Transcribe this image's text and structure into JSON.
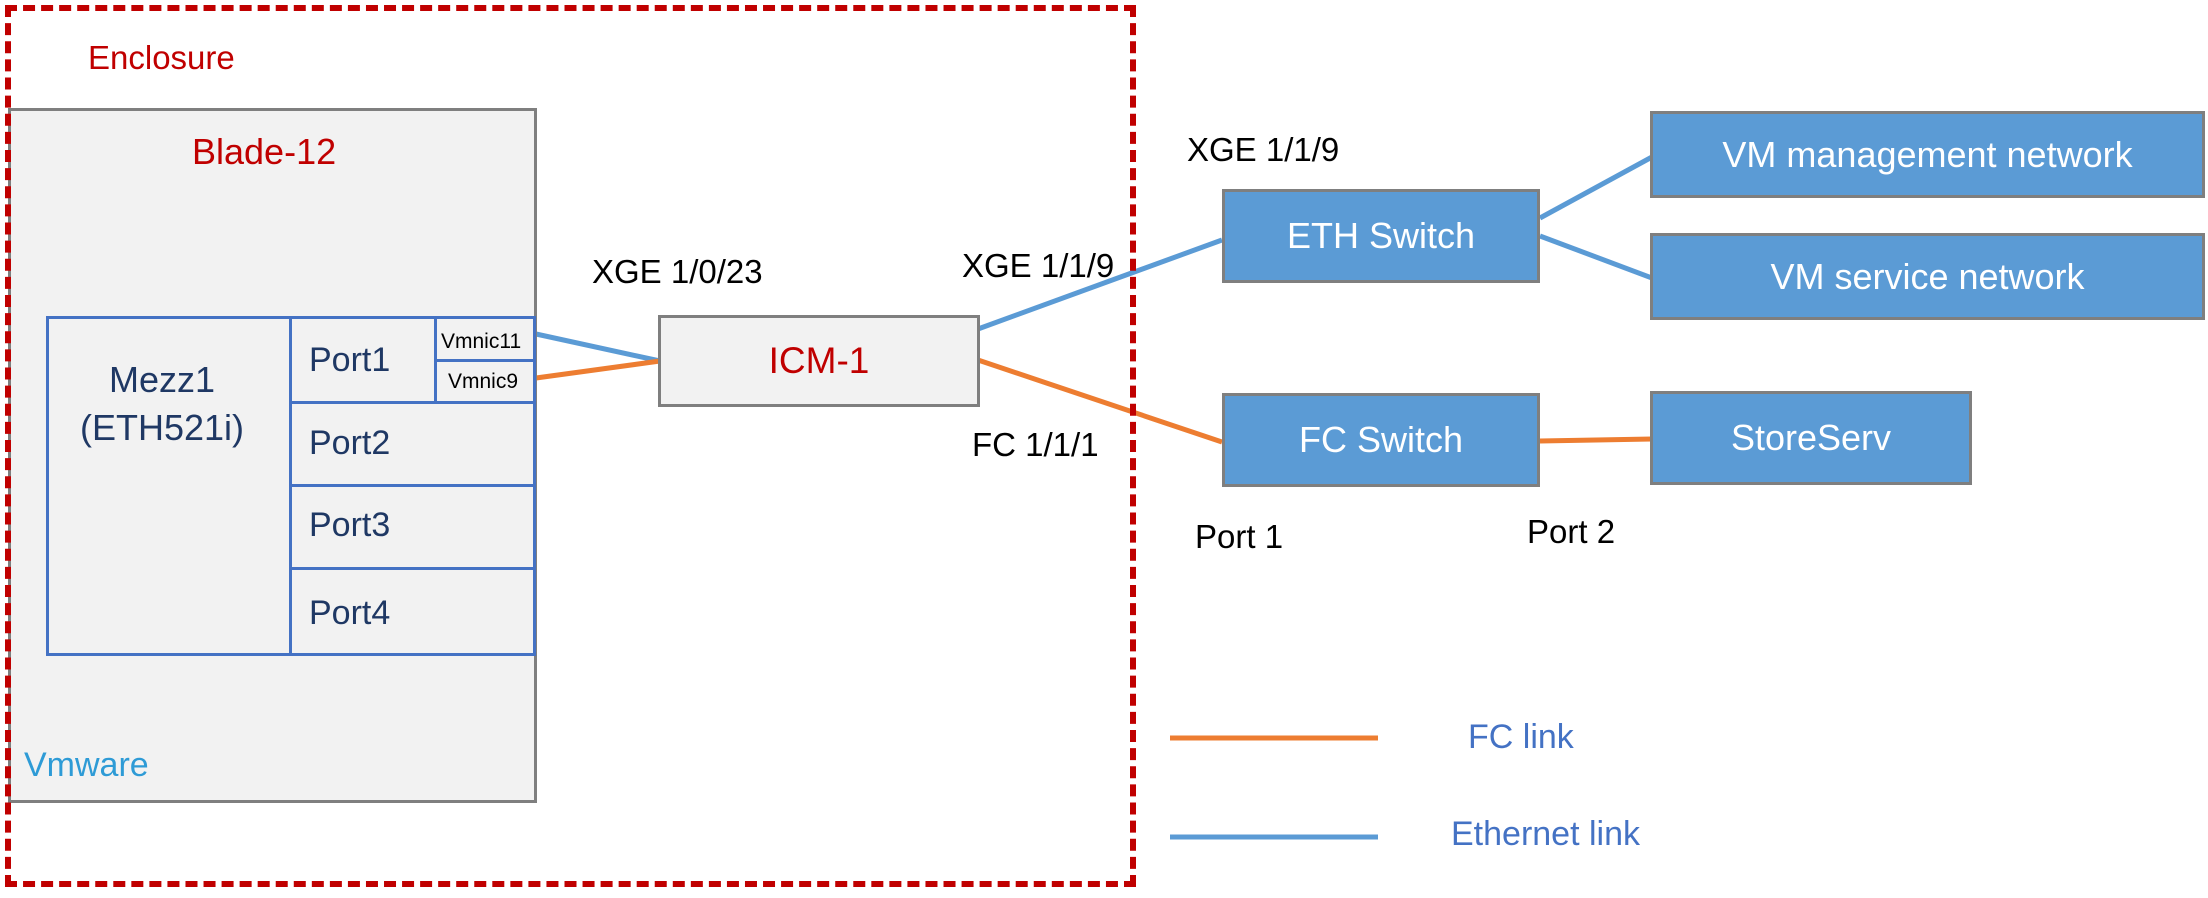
{
  "enclosure": {
    "label": "Enclosure"
  },
  "blade": {
    "label": "Blade-12",
    "os_label": "Vmware"
  },
  "mezz": {
    "name_line1": "Mezz1",
    "name_line2": "(ETH521i)",
    "ports": [
      "Port1",
      "Port2",
      "Port3",
      "Port4"
    ],
    "vmnics": [
      "Vmnic11",
      "Vmnic9"
    ]
  },
  "icm": {
    "label": "ICM-1"
  },
  "port_labels": {
    "icm_downlink": "XGE 1/0/23",
    "icm_eth_uplink": "XGE 1/1/9",
    "eth_switch_port": "XGE 1/1/9",
    "icm_fc_uplink": "FC 1/1/1",
    "fc_switch_port1": "Port 1",
    "fc_switch_port2": "Port 2"
  },
  "switches": {
    "eth": "ETH Switch",
    "fc": "FC Switch"
  },
  "networks": {
    "management": "VM management network",
    "service": "VM service network",
    "storage": "StoreServ"
  },
  "legend": {
    "fc": "FC link",
    "ethernet": "Ethernet link"
  },
  "colors": {
    "fc_link": "#ed7d31",
    "ethernet_link": "#5b9bd5",
    "enclosure_border": "#c00000",
    "box_fill": "#5b9bd5",
    "port_outline": "#4472c4"
  }
}
